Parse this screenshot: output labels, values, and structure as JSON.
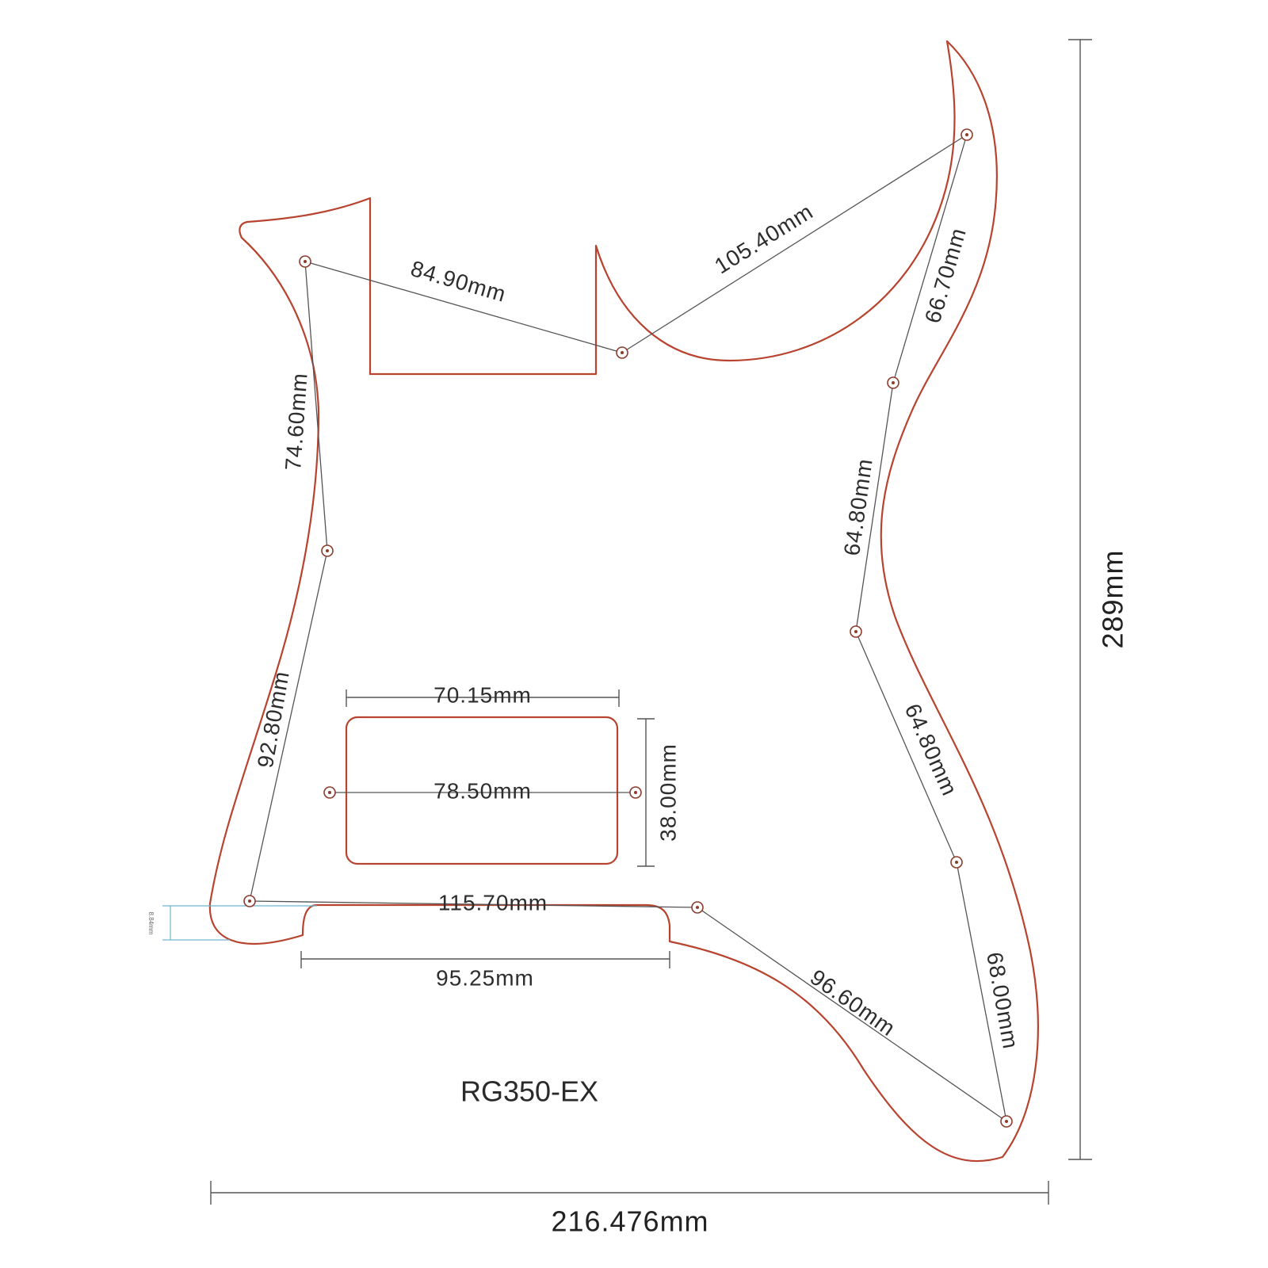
{
  "model": "RG350-EX",
  "overall": {
    "width": "216.476mm",
    "height": "289mm"
  },
  "hole_spacing": {
    "top_left_to_neck": "84.90mm",
    "neck_to_top_right": "105.40mm",
    "top_right_to_right_upper": "66.70mm",
    "right_upper_to_right_mid": "64.80mm",
    "right_mid_to_right_lower": "64.80mm",
    "right_lower_to_bottom": "68.00mm",
    "bottom_to_lower_mid": "96.60mm",
    "lower_left_to_lower_mid": "115.70mm",
    "top_left_to_left_mid": "74.60mm",
    "left_mid_to_lower_left": "92.80mm"
  },
  "pickup_cavity": {
    "width": "70.15mm",
    "height": "38.00mm",
    "mount_spacing": "78.50mm"
  },
  "bottom_notch_width": "95.25mm",
  "notch_depth": "8.84mm",
  "colors": {
    "outline": "#b8432f",
    "dimension": "#555555",
    "notch_dimension": "#6fb7d0"
  }
}
